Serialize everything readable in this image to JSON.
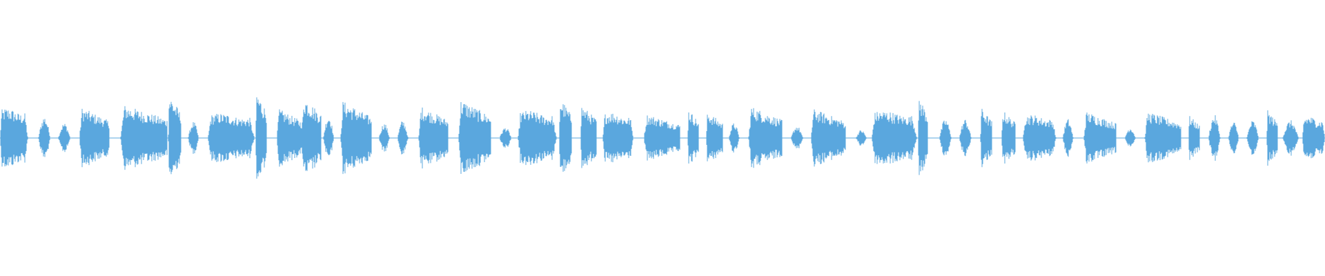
{
  "waveform": {
    "color": "#5aa7de",
    "background": "#ffffff",
    "segments": [
      {
        "start": 0.0,
        "end": 0.021,
        "amp": 0.22,
        "shape": "sustain"
      },
      {
        "start": 0.029,
        "end": 0.038,
        "amp": 0.16,
        "shape": "bump"
      },
      {
        "start": 0.044,
        "end": 0.053,
        "amp": 0.11,
        "shape": "bump"
      },
      {
        "start": 0.06,
        "end": 0.082,
        "amp": 0.23,
        "shape": "attack"
      },
      {
        "start": 0.091,
        "end": 0.126,
        "amp": 0.25,
        "shape": "attack"
      },
      {
        "start": 0.127,
        "end": 0.136,
        "amp": 0.34,
        "shape": "attack"
      },
      {
        "start": 0.142,
        "end": 0.15,
        "amp": 0.12,
        "shape": "bump"
      },
      {
        "start": 0.157,
        "end": 0.192,
        "amp": 0.18,
        "shape": "sustain"
      },
      {
        "start": 0.193,
        "end": 0.201,
        "amp": 0.36,
        "shape": "attack"
      },
      {
        "start": 0.209,
        "end": 0.228,
        "amp": 0.22,
        "shape": "attack"
      },
      {
        "start": 0.228,
        "end": 0.242,
        "amp": 0.32,
        "shape": "attack"
      },
      {
        "start": 0.244,
        "end": 0.252,
        "amp": 0.17,
        "shape": "bump"
      },
      {
        "start": 0.257,
        "end": 0.28,
        "amp": 0.28,
        "shape": "attack"
      },
      {
        "start": 0.286,
        "end": 0.294,
        "amp": 0.11,
        "shape": "bump"
      },
      {
        "start": 0.3,
        "end": 0.308,
        "amp": 0.13,
        "shape": "bump"
      },
      {
        "start": 0.316,
        "end": 0.338,
        "amp": 0.24,
        "shape": "attack"
      },
      {
        "start": 0.346,
        "end": 0.37,
        "amp": 0.29,
        "shape": "attack"
      },
      {
        "start": 0.377,
        "end": 0.386,
        "amp": 0.08,
        "shape": "bump"
      },
      {
        "start": 0.391,
        "end": 0.42,
        "amp": 0.2,
        "shape": "sustain"
      },
      {
        "start": 0.422,
        "end": 0.431,
        "amp": 0.31,
        "shape": "attack"
      },
      {
        "start": 0.438,
        "end": 0.45,
        "amp": 0.25,
        "shape": "attack"
      },
      {
        "start": 0.455,
        "end": 0.478,
        "amp": 0.19,
        "shape": "sustain"
      },
      {
        "start": 0.486,
        "end": 0.513,
        "amp": 0.18,
        "shape": "attack"
      },
      {
        "start": 0.519,
        "end": 0.527,
        "amp": 0.22,
        "shape": "attack"
      },
      {
        "start": 0.533,
        "end": 0.545,
        "amp": 0.2,
        "shape": "attack"
      },
      {
        "start": 0.55,
        "end": 0.558,
        "amp": 0.11,
        "shape": "bump"
      },
      {
        "start": 0.565,
        "end": 0.59,
        "amp": 0.24,
        "shape": "attack"
      },
      {
        "start": 0.597,
        "end": 0.606,
        "amp": 0.09,
        "shape": "bump"
      },
      {
        "start": 0.612,
        "end": 0.638,
        "amp": 0.22,
        "shape": "attack"
      },
      {
        "start": 0.646,
        "end": 0.654,
        "amp": 0.06,
        "shape": "bump"
      },
      {
        "start": 0.658,
        "end": 0.692,
        "amp": 0.2,
        "shape": "sustain"
      },
      {
        "start": 0.693,
        "end": 0.7,
        "amp": 0.32,
        "shape": "attack"
      },
      {
        "start": 0.709,
        "end": 0.718,
        "amp": 0.14,
        "shape": "bump"
      },
      {
        "start": 0.724,
        "end": 0.733,
        "amp": 0.14,
        "shape": "bump"
      },
      {
        "start": 0.74,
        "end": 0.748,
        "amp": 0.23,
        "shape": "attack"
      },
      {
        "start": 0.756,
        "end": 0.766,
        "amp": 0.21,
        "shape": "attack"
      },
      {
        "start": 0.772,
        "end": 0.797,
        "amp": 0.17,
        "shape": "sustain"
      },
      {
        "start": 0.802,
        "end": 0.81,
        "amp": 0.14,
        "shape": "bump"
      },
      {
        "start": 0.818,
        "end": 0.842,
        "amp": 0.2,
        "shape": "attack"
      },
      {
        "start": 0.849,
        "end": 0.857,
        "amp": 0.08,
        "shape": "bump"
      },
      {
        "start": 0.864,
        "end": 0.891,
        "amp": 0.2,
        "shape": "attack"
      },
      {
        "start": 0.897,
        "end": 0.905,
        "amp": 0.17,
        "shape": "attack"
      },
      {
        "start": 0.912,
        "end": 0.921,
        "amp": 0.17,
        "shape": "bump"
      },
      {
        "start": 0.927,
        "end": 0.935,
        "amp": 0.12,
        "shape": "bump"
      },
      {
        "start": 0.941,
        "end": 0.95,
        "amp": 0.13,
        "shape": "bump"
      },
      {
        "start": 0.956,
        "end": 0.964,
        "amp": 0.21,
        "shape": "attack"
      },
      {
        "start": 0.968,
        "end": 0.98,
        "amp": 0.13,
        "shape": "bump"
      },
      {
        "start": 0.983,
        "end": 1.0,
        "amp": 0.16,
        "shape": "sustain"
      }
    ]
  }
}
